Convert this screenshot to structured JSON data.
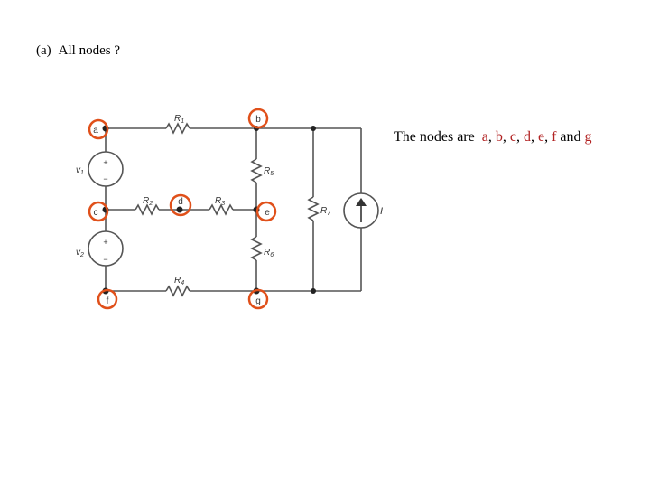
{
  "question": {
    "label": "(a)",
    "text": "All nodes ?"
  },
  "answer": {
    "prefix": "The nodes are",
    "nodes": [
      "a",
      "b",
      "c",
      "d",
      "e",
      "f",
      "g"
    ],
    "sep": ",",
    "conj": "and"
  },
  "circuit": {
    "components": {
      "R1": {
        "letter": "R",
        "sub": "1"
      },
      "R2": {
        "letter": "R",
        "sub": "2"
      },
      "R3": {
        "letter": "R",
        "sub": "3"
      },
      "R4": {
        "letter": "R",
        "sub": "4"
      },
      "R5": {
        "letter": "R",
        "sub": "5"
      },
      "R6": {
        "letter": "R",
        "sub": "6"
      },
      "R7": {
        "letter": "R",
        "sub": "7"
      },
      "V1": {
        "letter": "v",
        "sub": "1"
      },
      "V2": {
        "letter": "v",
        "sub": "2"
      },
      "I": {
        "letter": "I"
      }
    },
    "plus_sign": "+",
    "minus_sign": "−",
    "node_labels": {
      "a": "a",
      "b": "b",
      "c": "c",
      "d": "d",
      "e": "e",
      "f": "f",
      "g": "g"
    },
    "highlight_color": "#e0501a",
    "wire_color": "#555555"
  }
}
